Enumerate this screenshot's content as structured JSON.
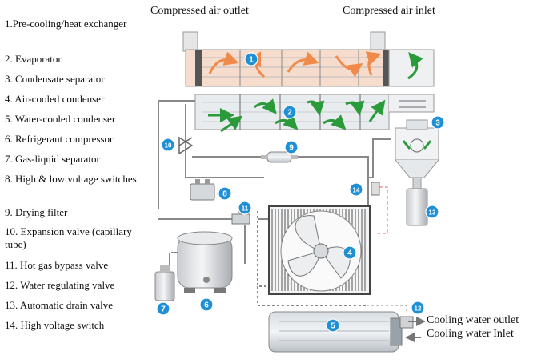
{
  "headers": {
    "outlet": "Compressed air outlet",
    "inlet": "Compressed air inlet"
  },
  "legend": [
    "1.Pre-cooling/heat exchanger",
    "2. Evaporator",
    "3. Condensate separator",
    "4. Air-cooled condenser",
    "5. Water-cooled condenser",
    "6. Refrigerant compressor",
    "7. Gas-liquid separator",
    "8. High & low voltage switches",
    "9. Drying filter",
    "10. Expansion valve (capillary tube)",
    "11. Hot gas bypass valve",
    "12. Water regulating valve",
    "13. Automatic drain valve",
    "14. High voltage switch"
  ],
  "cooling_water": {
    "outlet": "Cooling water outlet",
    "inlet": "Cooling water Inlet"
  },
  "markers": [
    "1",
    "2",
    "3",
    "4",
    "5",
    "6",
    "7",
    "8",
    "9",
    "10",
    "11",
    "12",
    "13",
    "14"
  ],
  "colors": {
    "marker": "#1f8fd6",
    "hot_arrow": "#f08a4b",
    "cold_arrow": "#2a9a3a",
    "pipe": "#888888"
  }
}
